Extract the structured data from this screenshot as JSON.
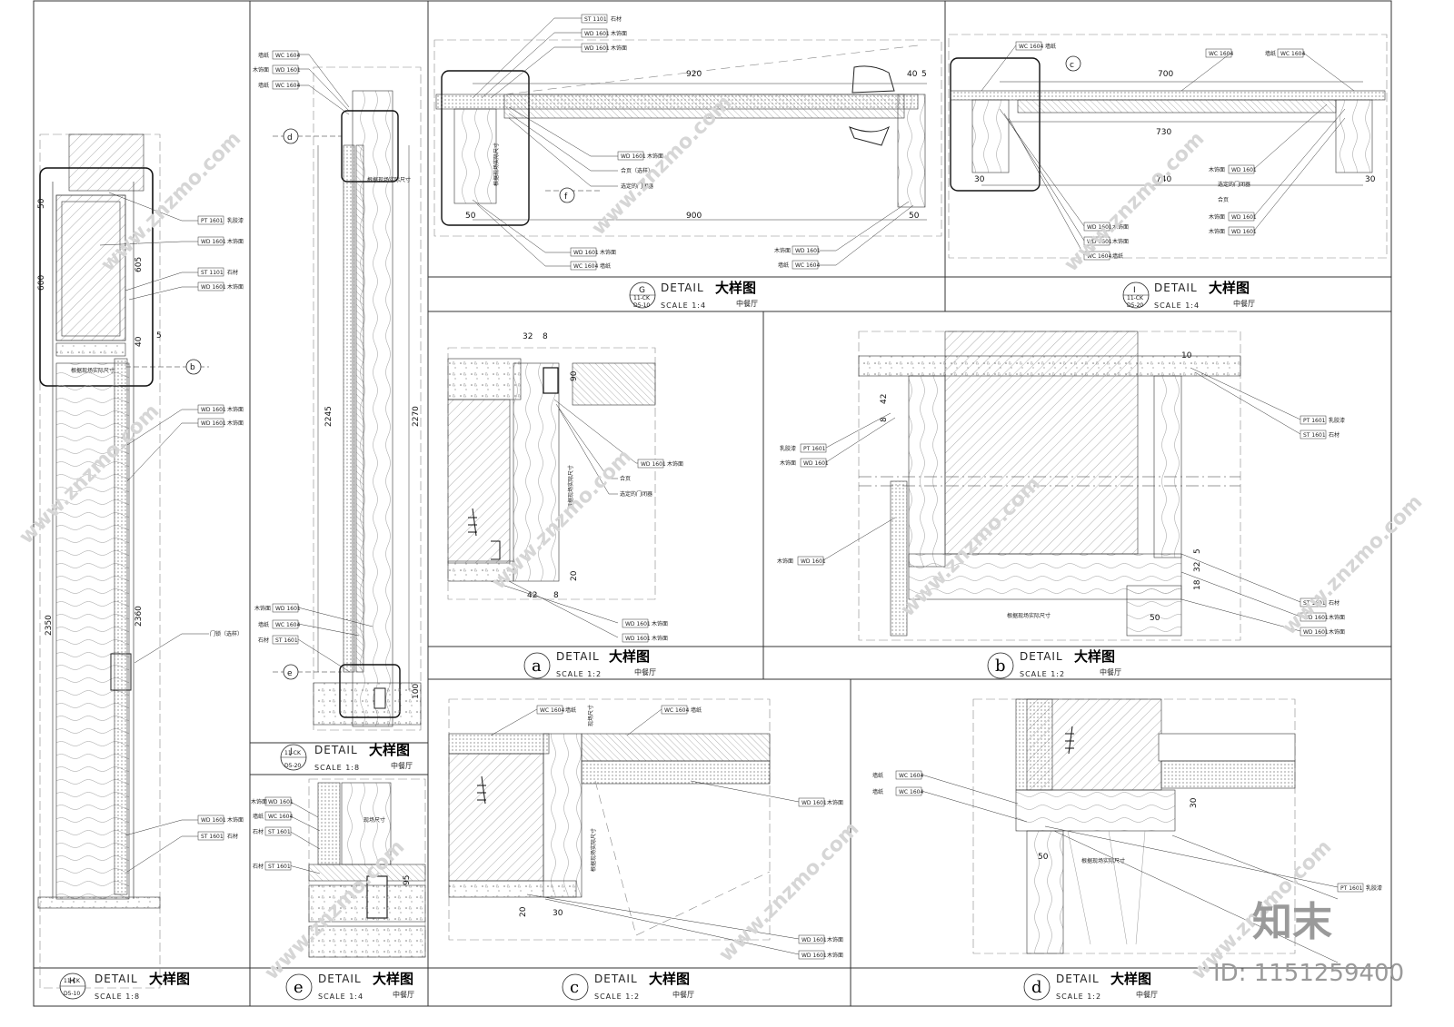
{
  "details": {
    "H": {
      "letter": "H",
      "ref_top": "11-CK",
      "ref_bot": "D5-10",
      "word": "DETAIL",
      "title": "大样图",
      "scale": "SCALE 1:8"
    },
    "J": {
      "letter": "J",
      "ref_top": "11-CK",
      "ref_bot": "D5-20",
      "word": "DETAIL",
      "title": "大样图",
      "scale": "SCALE 1:8",
      "room": "中餐厅"
    },
    "e": {
      "letter": "e",
      "word": "DETAIL",
      "title": "大样图",
      "scale": "SCALE 1:4",
      "room": "中餐厅"
    },
    "G": {
      "letter": "G",
      "ref_top": "11-CK",
      "ref_bot": "D5-10",
      "word": "DETAIL",
      "title": "大样图",
      "scale": "SCALE 1:4",
      "room": "中餐厅"
    },
    "I": {
      "letter": "I",
      "ref_top": "11-CK",
      "ref_bot": "D5-20",
      "word": "DETAIL",
      "title": "大样图",
      "scale": "SCALE 1:4",
      "room": "中餐厅"
    },
    "a": {
      "letter": "a",
      "word": "DETAIL",
      "title": "大样图",
      "scale": "SCALE 1:2",
      "room": "中餐厅"
    },
    "b": {
      "letter": "b",
      "word": "DETAIL",
      "title": "大样图",
      "scale": "SCALE 1:2",
      "room": "中餐厅"
    },
    "c": {
      "letter": "c",
      "word": "DETAIL",
      "title": "大样图",
      "scale": "SCALE 1:2",
      "room": "中餐厅"
    },
    "d": {
      "letter": "d",
      "word": "DETAIL",
      "title": "大样图",
      "scale": "SCALE 1:2",
      "room": "中餐厅"
    }
  },
  "dims": {
    "h_50": "50",
    "h_600": "600",
    "h_605": "605",
    "h_40": "40",
    "h_5": "5",
    "h_2350": "2350",
    "h_2360": "2360",
    "j_2245": "2245",
    "j_2270": "2270",
    "j_100": "100",
    "e_95": "95",
    "g_920": "920",
    "g_40": "40",
    "g_5": "5",
    "g_900": "900",
    "g_50a": "50",
    "g_50b": "50",
    "i_700": "700",
    "i_730": "730",
    "i_740": "740",
    "i_30a": "30",
    "i_30b": "30",
    "a_32": "32",
    "a_8a": "8",
    "a_90": "90",
    "a_42": "42",
    "a_8b": "8",
    "a_20": "20",
    "b_42": "42",
    "b_8": "8",
    "b_10": "10",
    "b_32": "32",
    "b_18": "18",
    "b_50": "50",
    "b_5": "5",
    "c_30": "30",
    "c_20": "20",
    "d_50": "50",
    "d_30": "30"
  },
  "tags": {
    "pt1601": "PT 1601",
    "wd1601": "WD 1601",
    "st1101": "ST 1101",
    "st1601": "ST 1601",
    "wc1604": "WC 1604",
    "c_pt": "乳胶漆",
    "c_wd": "木饰面",
    "c_st": "石材",
    "c_wc": "墙纸",
    "c_door": "门锁（选样）",
    "c_hinge": "合页",
    "c_hinge2": "合页（选样）",
    "c_stop": "选定的门闭器",
    "c_site": "根据现场实际尺寸",
    "c_size": "现场尺寸"
  },
  "section_marks": {
    "b": "b",
    "c": "c",
    "d": "d",
    "e": "e",
    "f": "f"
  },
  "watermark": {
    "site": "www.znzmo.com",
    "brand": "知末",
    "id": "ID: 1151259400"
  }
}
